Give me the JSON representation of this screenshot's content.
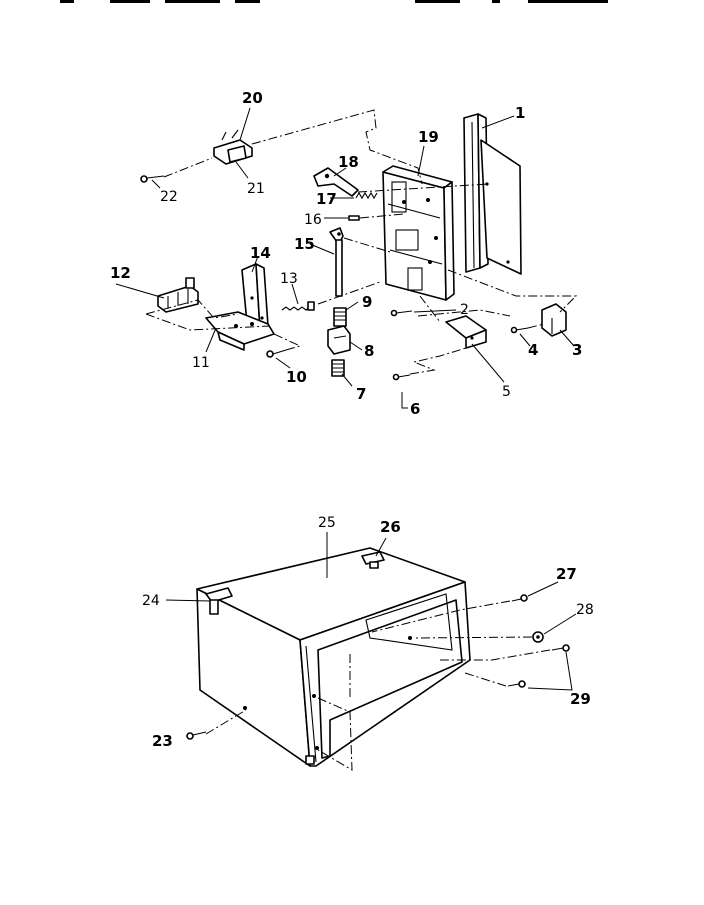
{
  "callouts": {
    "c1": "1",
    "c2": "2",
    "c3": "3",
    "c4": "4",
    "c5": "5",
    "c6": "6",
    "c7": "7",
    "c8": "8",
    "c9": "9",
    "c10": "10",
    "c11": "11",
    "c12": "12",
    "c13": "13",
    "c14": "14",
    "c15": "15",
    "c16": "16",
    "c17": "17",
    "c18": "18",
    "c19": "19",
    "c20": "20",
    "c21": "21",
    "c22": "22",
    "c23": "23",
    "c24": "24",
    "c25": "25",
    "c26": "26",
    "c27": "27",
    "c28": "28",
    "c29": "29"
  }
}
